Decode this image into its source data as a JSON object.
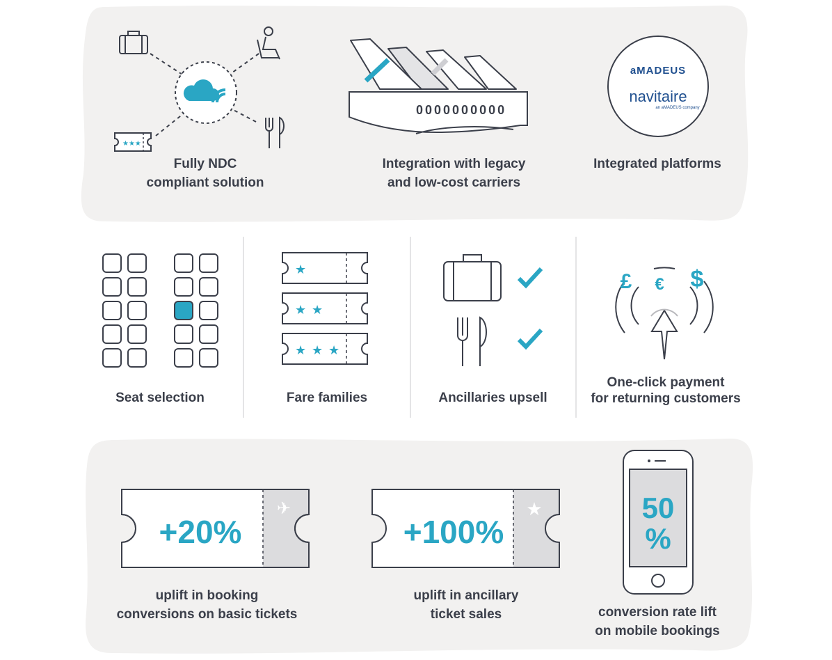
{
  "colors": {
    "accent": "#2aa6c4",
    "stroke": "#3b3f4a",
    "panel_bg": "#f2f1f0",
    "ticket_stub": "#dcdcde"
  },
  "top": {
    "ndc_label": "Fully NDC\ncompliant solution",
    "ndc_icons": [
      "cloud-wifi-icon",
      "briefcase-icon",
      "passenger-seat-icon",
      "ticket-icon",
      "cutlery-icon"
    ],
    "carriers_label": "Integration with legacy\nand low-cost carriers",
    "carriers_windows": "0000000000",
    "platforms_label": "Integrated platforms",
    "brand_amadeus": "aMADEUS",
    "brand_navitaire": "navitaire",
    "brand_navitaire_sub": "an aMADEUS company"
  },
  "features": [
    {
      "label": "Seat selection",
      "icon": "seat-map-icon"
    },
    {
      "label": "Fare families",
      "icon": "fare-tickets-icon"
    },
    {
      "label": "Ancillaries upsell",
      "icon": "ancillaries-icon"
    },
    {
      "label": "One-click payment\nfor returning customers",
      "icon": "one-click-payment-icon"
    }
  ],
  "payment_currencies": [
    "£",
    "€",
    "$"
  ],
  "stats": [
    {
      "value": "+20%",
      "label": "uplift in booking\nconversions on basic tickets",
      "stub_icon": "plane-icon"
    },
    {
      "value": "+100%",
      "label": "uplift in ancillary\nticket sales",
      "stub_icon": "star-icon"
    },
    {
      "value_line1": "50",
      "value_line2": "%",
      "label": "conversion rate lift\non mobile bookings",
      "icon": "smartphone-icon"
    }
  ]
}
